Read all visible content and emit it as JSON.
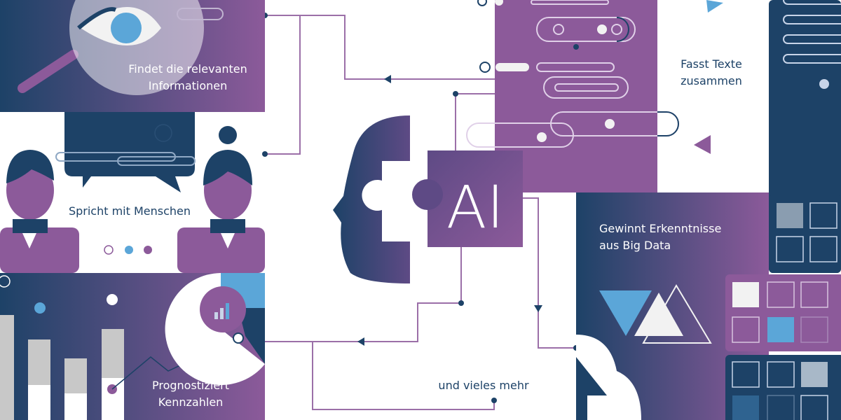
{
  "labels": {
    "find": [
      "Findet die relevanten",
      "Informationen"
    ],
    "talk": "Spricht mit Menschen",
    "forecast": [
      "Prognostiziert",
      "Kennzahlen"
    ],
    "summarize": [
      "Fasst Texte",
      "zusammen"
    ],
    "bigdata": [
      "Gewinnt Erkenntnisse",
      "aus Big Data"
    ],
    "more": "und vieles mehr"
  },
  "center": {
    "badge": "AI"
  },
  "icons": [
    "magnifier-eye-icon",
    "speech-bubble-icon",
    "person-icon",
    "bar-chart-icon",
    "pie-chart-icon",
    "head-puzzle-icon",
    "cloud-icon",
    "triangle-icon"
  ],
  "colors": {
    "navy": "#1d4267",
    "purple": "#8c5a9a",
    "blue": "#5ba6d8",
    "wire": "#9b6fa8",
    "gray": "#c8c8c8"
  }
}
